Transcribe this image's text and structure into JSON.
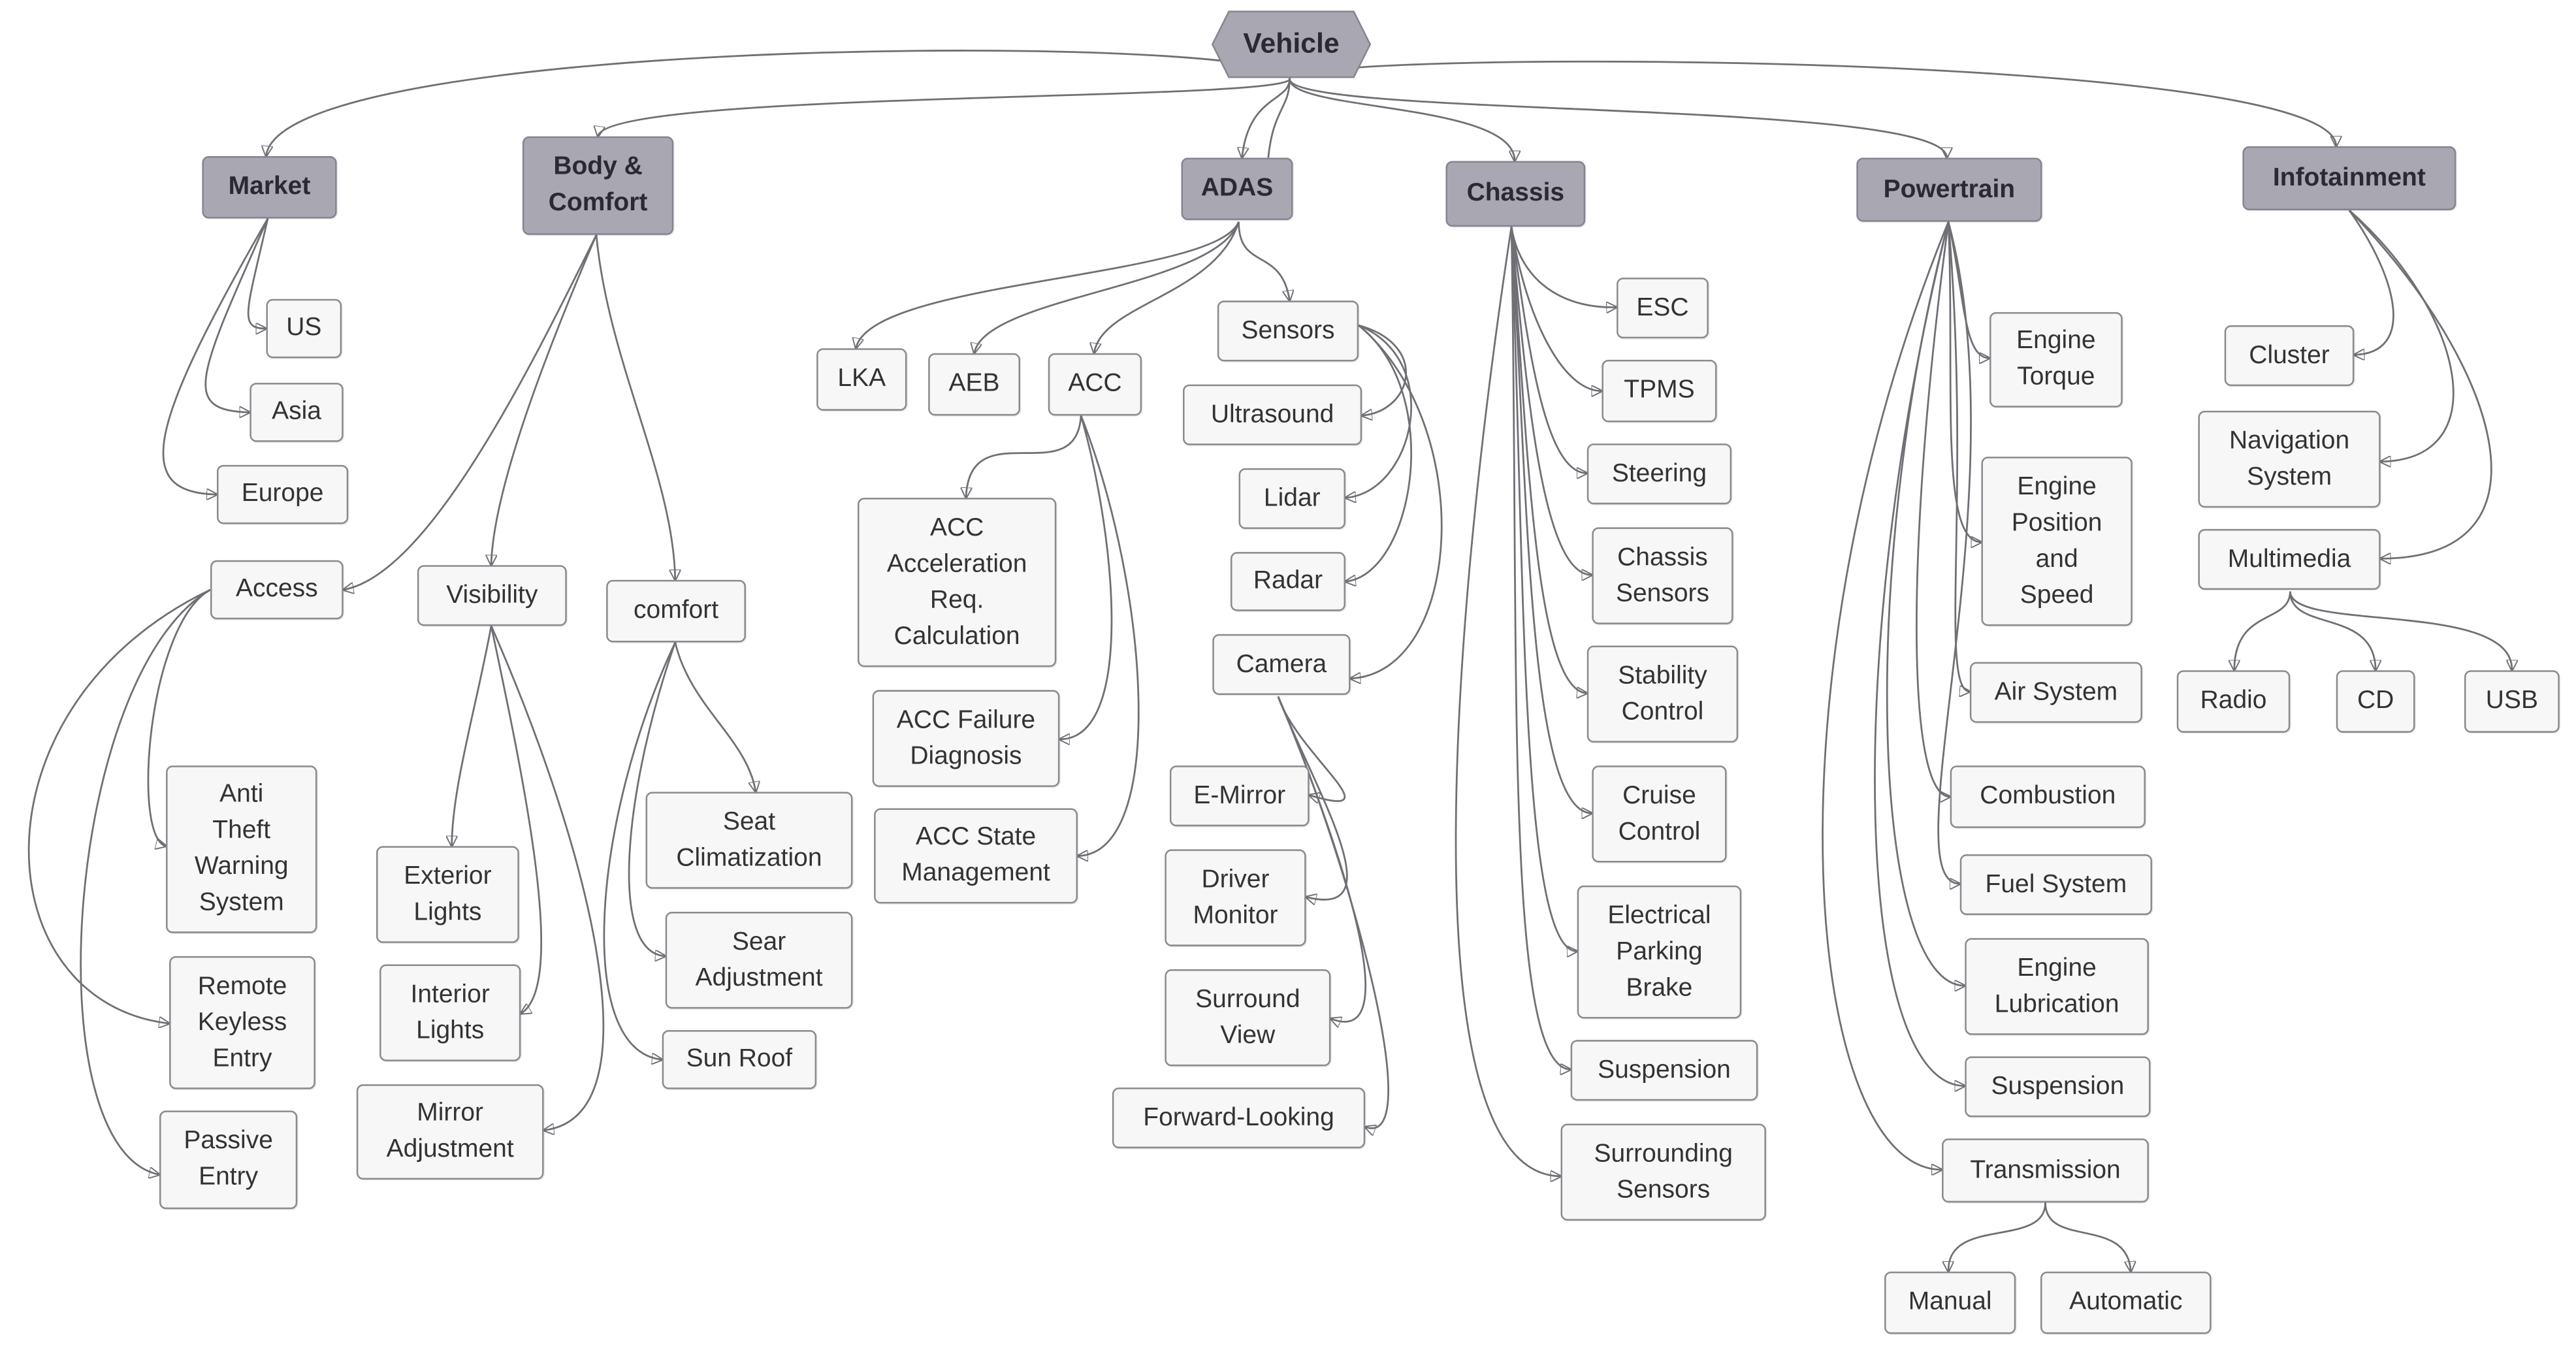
{
  "root": "Vehicle",
  "categories": {
    "market": "Market",
    "body": "Body &\nComfort",
    "adas": "ADAS",
    "chassis": "Chassis",
    "powertrain": "Powertrain",
    "infotainment": "Infotainment"
  },
  "market": {
    "us": "US",
    "asia": "Asia",
    "europe": "Europe"
  },
  "body": {
    "access": "Access",
    "visibility": "Visibility",
    "comfort": "comfort",
    "anti_theft": "Anti\nTheft\nWarning\nSystem",
    "remote_keyless": "Remote\nKeyless\nEntry",
    "passive_entry": "Passive\nEntry",
    "exterior_lights": "Exterior\nLights",
    "interior_lights": "Interior\nLights",
    "mirror_adjustment": "Mirror\nAdjustment",
    "seat_climatization": "Seat\nClimatization",
    "sear_adjustment": "Sear\nAdjustment",
    "sun_roof": "Sun Roof"
  },
  "adas": {
    "lka": "LKA",
    "aeb": "AEB",
    "acc": "ACC",
    "sensors": "Sensors",
    "acc_accel": "ACC\nAcceleration\nReq.\nCalculation",
    "acc_failure": "ACC Failure\nDiagnosis",
    "acc_state": "ACC State\nManagement",
    "ultrasound": "Ultrasound",
    "lidar": "Lidar",
    "radar": "Radar",
    "camera": "Camera",
    "e_mirror": "E-Mirror",
    "driver_monitor": "Driver\nMonitor",
    "surround_view": "Surround\nView",
    "forward_looking": "Forward-Looking"
  },
  "chassis": {
    "esc": "ESC",
    "tpms": "TPMS",
    "steering": "Steering",
    "chassis_sensors": "Chassis\nSensors",
    "stability_control": "Stability\nControl",
    "cruise_control": "Cruise\nControl",
    "epb": "Electrical\nParking\nBrake",
    "suspension": "Suspension",
    "surrounding_sensors": "Surrounding\nSensors"
  },
  "powertrain": {
    "engine_torque": "Engine\nTorque",
    "engine_position": "Engine\nPosition\nand\nSpeed",
    "air_system": "Air System",
    "combustion": "Combustion",
    "fuel_system": "Fuel System",
    "engine_lubrication": "Engine\nLubrication",
    "suspension": "Suspension",
    "transmission": "Transmission",
    "manual": "Manual",
    "automatic": "Automatic"
  },
  "infotainment": {
    "cluster": "Cluster",
    "navigation": "Navigation\nSystem",
    "multimedia": "Multimedia",
    "radio": "Radio",
    "cd": "CD",
    "usb": "USB"
  },
  "colors": {
    "category_fill": "#a9a7b2",
    "node_fill": "#f7f7f7",
    "node_border": "#8a8a8f",
    "edge": "#6f6f75"
  }
}
